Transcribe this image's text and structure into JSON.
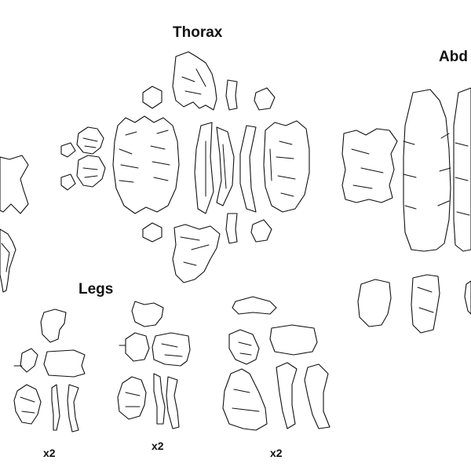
{
  "sections": {
    "thorax": "Thorax",
    "abdomen": "Abd",
    "legs": "Legs"
  },
  "multipliers": [
    "x2",
    "x2",
    "x2"
  ],
  "colors": {
    "stroke": "#111111",
    "background": "#ffffff"
  }
}
